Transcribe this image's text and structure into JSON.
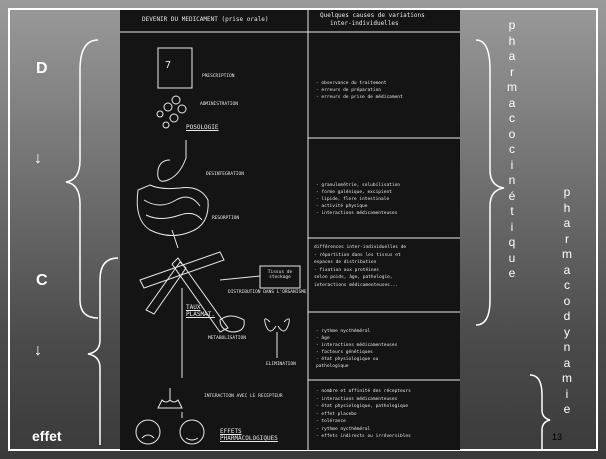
{
  "left_labels": {
    "d": "D",
    "arrow1": "↓",
    "c": "C",
    "arrow2": "↓",
    "effet": "effet"
  },
  "header": {
    "left": "DEVENIR DU MEDICAMENT  (prise orale)",
    "right1": "Quelques causes de variations",
    "right2": "inter-individuelles"
  },
  "diagram_labels": {
    "prescription": "PRESCRIPTION",
    "administration": "ADMINISTRATION",
    "posologie": "POSOLOGIE",
    "desintegration": "DESINTEGRATION",
    "resorption": "RESORPTION",
    "tissus": "Tissus de stockage",
    "distribution": "DISTRIBUTION DANS L'ORGANISME",
    "taux": "TAUX PLASMAT.",
    "metabolisation": "METABOLISATION",
    "elimination": "ELIMINATION",
    "interaction": "INTERACTION AVEC LE RECEPTEUR",
    "effets": "EFFETS PHARMACOLOGIQUES"
  },
  "causes": {
    "block1": [
      "- observance du traitement",
      "- erreurs de préparation",
      "- erreurs de prise de médicament"
    ],
    "block2": [
      "- granulométrie, solubilisation",
      "- forme galénique, excipient",
      "- lipide, flore intestinale",
      "- activité physique",
      "- interactions médicamenteuses"
    ],
    "block3": [
      "différences inter-individuelles de",
      "- répartition dans les tissus et",
      "  espaces de distribution",
      "- fixation aux protéines",
      "selon poids, âge, pathologie,",
      "interactions médicamenteuses..."
    ],
    "block4": [
      "- rythme nycthéméral",
      "- âge",
      "- interactions médicamenteuses",
      "- facteurs génétiques",
      "- état physiologique ou",
      "  pathologique"
    ],
    "block5": [
      "- nombre et affinité des récepteurs",
      "- interactions médicamenteuses",
      "- état physiologique, pathologique",
      "- effet placebo",
      "- tolérance",
      "- rythme nycthéméral",
      "- effets indirects ou irréversibles"
    ]
  },
  "vertical_pk": [
    "p",
    "h",
    "a",
    "r",
    "m",
    "a",
    "c",
    "o",
    "c",
    "i",
    "n",
    "é",
    "t",
    "i",
    "q",
    "u",
    "e"
  ],
  "vertical_pd": [
    "p",
    "h",
    "a",
    "r",
    "m",
    "a",
    "c",
    "o",
    "d",
    "y",
    "n",
    "a",
    "m",
    "i",
    "e"
  ],
  "page_number": "13"
}
